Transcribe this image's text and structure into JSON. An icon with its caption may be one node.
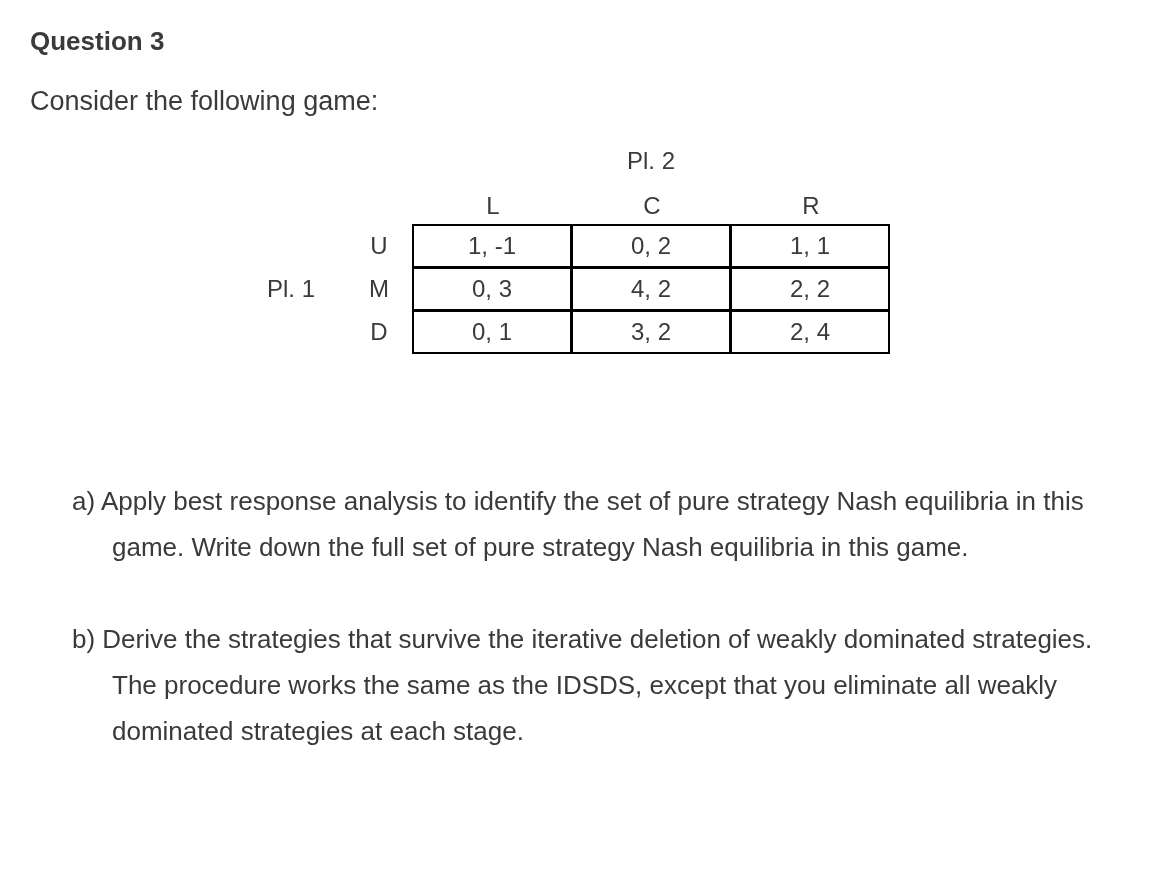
{
  "diagram": {
    "title": "Question 3",
    "labels": [
      "Consider the following game:",
      "Pl. 2",
      "L",
      "C",
      "R",
      "U",
      "1, -1",
      "0, 2",
      "1, 1",
      "Pl. 1",
      "M",
      "0, 3",
      "4, 2",
      "2, 2",
      "D",
      "0, 1",
      "3, 2",
      "2, 4",
      "a) Apply best response analysis to identify the set of pure strategy Nash equilibria in this game. Write down the full set of pure strategy Nash equilibria in this game.",
      "b) Derive the strategies that survive the iterative deletion of weakly dominated strategies. The procedure works the same as the IDSDS, except that you eliminate all weakly dominated strategies at each stage."
    ]
  }
}
